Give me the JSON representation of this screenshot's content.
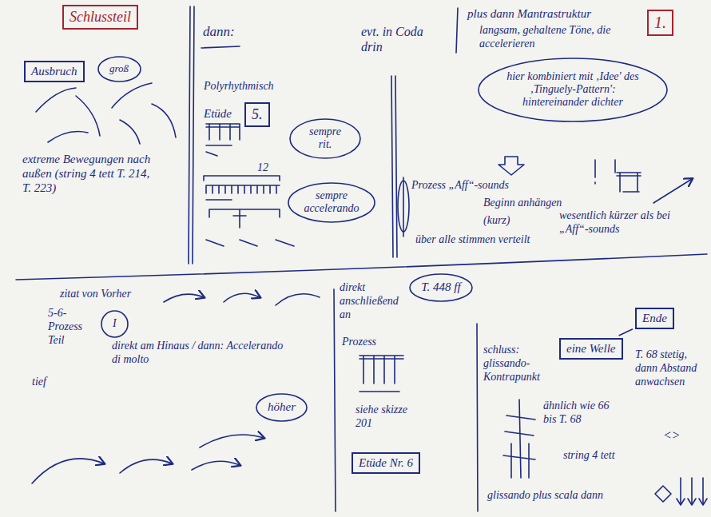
{
  "diagram": {
    "nodes": [
      {
        "text": [
          "Schlussteil"
        ]
      },
      {
        "text": [
          "Ausbruch"
        ]
      },
      {
        "text": [
          "groß"
        ]
      },
      {
        "text": [
          "dann:"
        ]
      },
      {
        "text": [
          "5."
        ]
      },
      {
        "text": [
          "sempre rit."
        ]
      },
      {
        "text": [
          "sempre accelerando"
        ]
      },
      {
        "text": [
          "1."
        ]
      },
      {
        "text": [
          "hier kombiniert mit ‚Idee' des ‚Tinguely-Pattern': hintereinander dichter"
        ]
      },
      {
        "text": [
          "I"
        ]
      },
      {
        "text": [
          "höher"
        ]
      },
      {
        "text": [
          "T. 448 ff"
        ]
      },
      {
        "text": [
          "Etüde Nr. 6"
        ]
      },
      {
        "text": [
          "eine Welle"
        ]
      },
      {
        "text": [
          "Ende"
        ]
      }
    ],
    "edges": [
      {
        "from": 13,
        "to": 14,
        "arrow": "none"
      }
    ],
    "labels": [
      "extreme Bewegungen nach außen (string 4 tett T. 214, T. 223)",
      "Polyrhythmisch",
      "Etüde",
      "12",
      "evt. in Coda drin",
      "plus dann Mantrastruktur",
      "langsam, gehaltene Töne, die accelerieren",
      "Prozess „Aff“-sounds",
      "Beginn anhängen",
      "(kurz)",
      "wesentlich kürzer als bei „Aff“-sounds",
      "über alle stimmen verteilt",
      "zitat von Vorher",
      "5-6-Prozess Teil",
      "direkt am Hinaus / dann: Accelerando di molto",
      "tief",
      "direkt anschließend an",
      "Prozess",
      "siehe skizze 201",
      "schluss: glissando-Kontrapunkt",
      "T. 68 stetig, dann Abstand anwachsen",
      "ähnlich wie 66 bis T. 68",
      "string 4 tett",
      "<>",
      "glissando plus scala dann"
    ]
  }
}
